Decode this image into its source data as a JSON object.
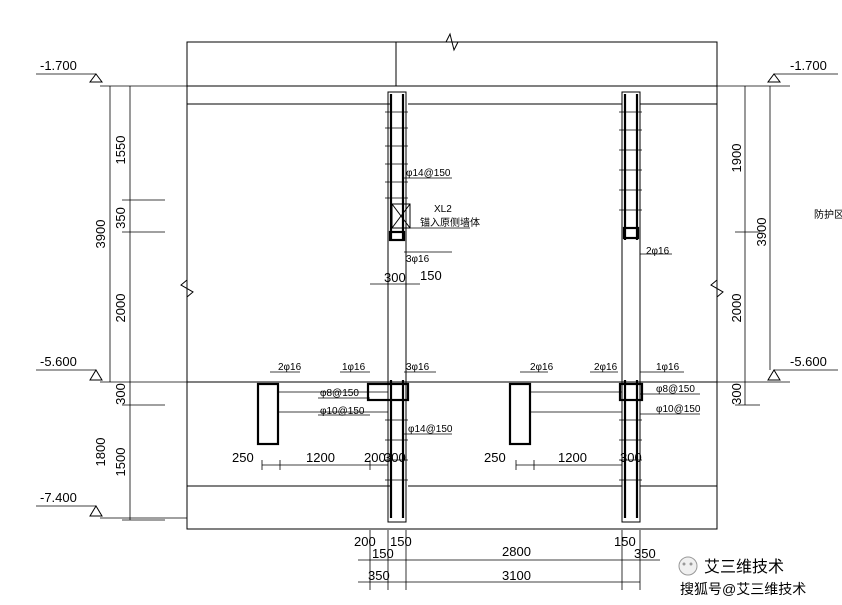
{
  "elevations": {
    "left_top": "-1.700",
    "left_mid": "-5.600",
    "left_bot": "-7.400",
    "right_top": "-1.700",
    "right_mid": "-5.600"
  },
  "left_dims": {
    "d1550": "1550",
    "d350": "350",
    "d3900": "3900",
    "d2000": "2000",
    "d300": "300",
    "d1500": "1500",
    "d1800": "1800"
  },
  "right_dims": {
    "d1900": "1900",
    "d3900": "3900",
    "d2000": "2000",
    "d300": "300"
  },
  "right_edge_text": "防护区",
  "rebar_labels": {
    "r_2phi16_right_top": "2φ16",
    "r_phi14_150_top": "φ14@150",
    "r_3phi16_upper": "3φ16",
    "r_2phi16_left_beam": "2φ16",
    "r_1phi16_left": "1φ16",
    "r_3phi16_lower": "3φ16",
    "r_phi8_left": "φ8@150",
    "r_phi10_left": "φ10@150",
    "r_phi14_150_bot": "φ14@150",
    "r_2phi16_right_a": "2φ16",
    "r_2phi16_right_b": "2φ16",
    "r_1phi16_right": "1φ16",
    "r_phi8_right": "φ8@150",
    "r_phi10_right": "φ10@150"
  },
  "note": {
    "code": "XL2",
    "text": "锚入原侧墙体"
  },
  "bottom_dims": {
    "d200": "200",
    "d150a": "150",
    "d150b": "150",
    "d2800": "2800",
    "d150c": "150",
    "d350a": "350",
    "d350b": "350",
    "d3100": "3100",
    "d300top": "300",
    "d150top": "150"
  },
  "beam_dims": {
    "l250": "250",
    "l1200": "1200",
    "l200": "200",
    "l300": "300",
    "r250": "250",
    "r1200": "1200",
    "r300": "300"
  },
  "watermark": {
    "channel": "艾三维技术",
    "source": "搜狐号@艾三维技术"
  }
}
